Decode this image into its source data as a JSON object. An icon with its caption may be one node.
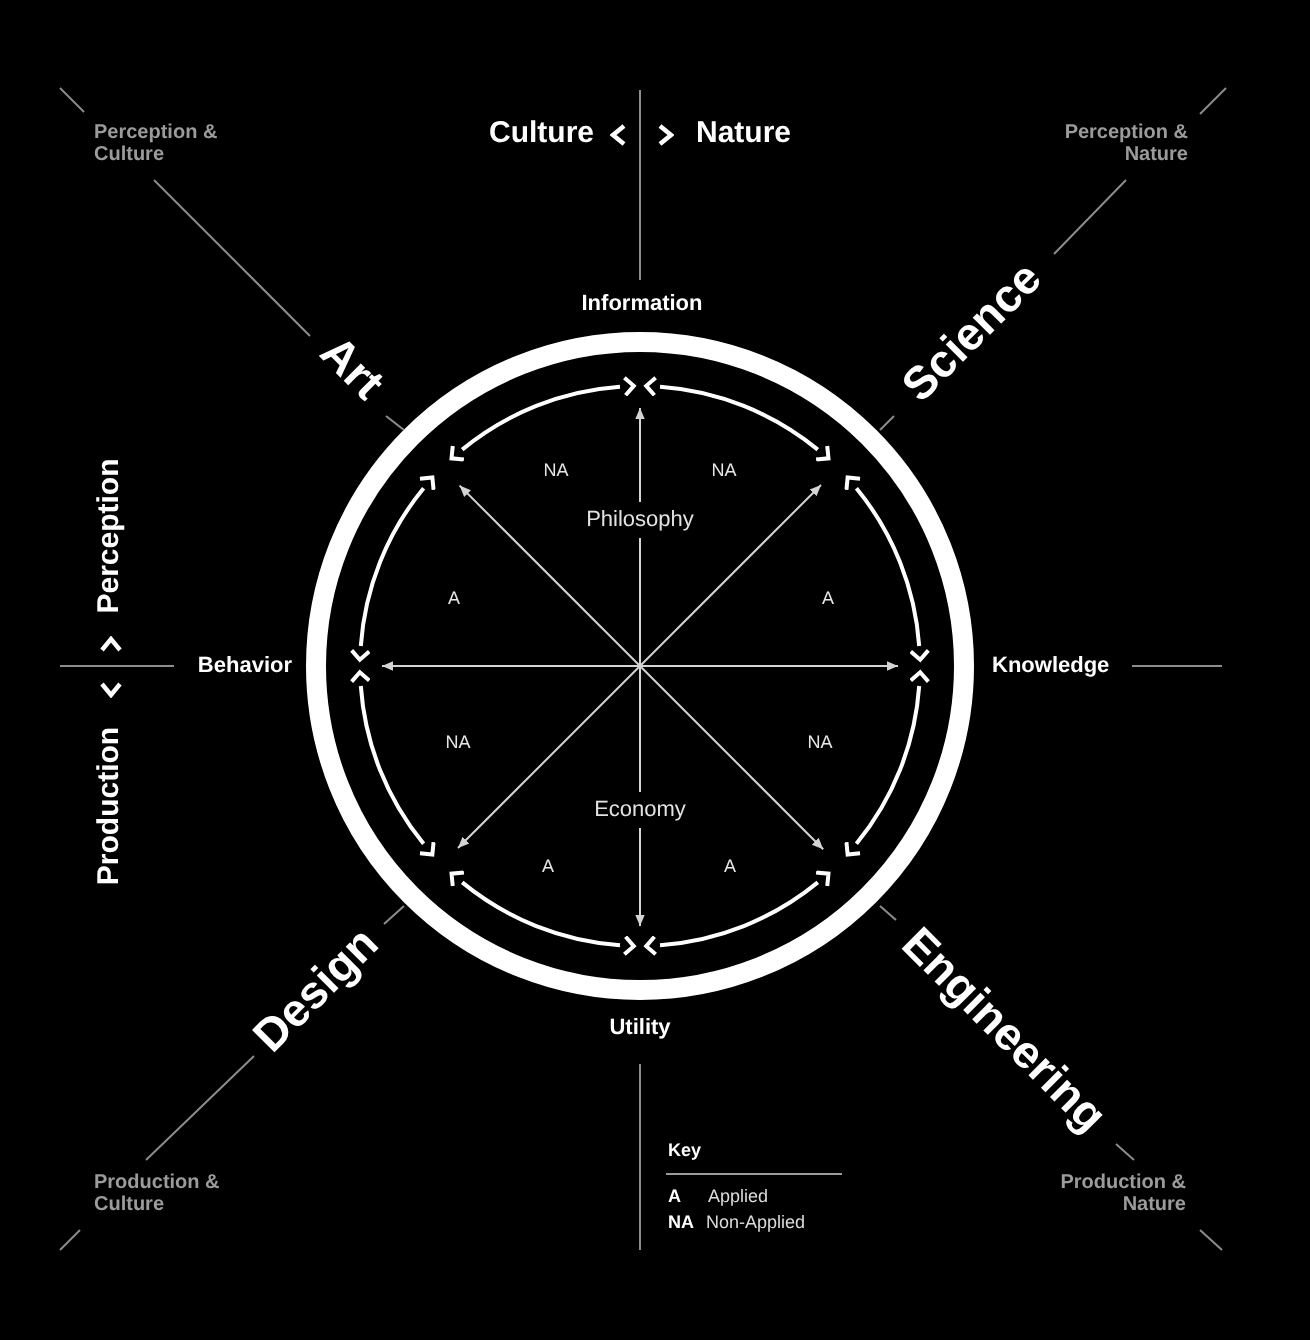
{
  "diagram": {
    "nodes": [
      {
        "text": [
          "Art"
        ]
      },
      {
        "text": [
          "Information"
        ]
      },
      {
        "text": [
          "Science"
        ]
      },
      {
        "text": [
          "Philosophy"
        ]
      },
      {
        "text": [
          "Behavior"
        ]
      },
      {
        "text": [
          "Knowledge"
        ]
      },
      {
        "text": [
          "Economy"
        ]
      },
      {
        "text": [
          "Design"
        ]
      },
      {
        "text": [
          "Utility"
        ]
      },
      {
        "text": [
          "Engineering"
        ]
      }
    ],
    "edges": [
      {
        "from": 0,
        "to": 1,
        "arrow": "both"
      },
      {
        "from": 1,
        "to": 2,
        "arrow": "both"
      },
      {
        "from": 2,
        "to": 5,
        "arrow": "both"
      },
      {
        "from": 5,
        "to": 9,
        "arrow": "both"
      },
      {
        "from": 9,
        "to": 8,
        "arrow": "both"
      },
      {
        "from": 8,
        "to": 7,
        "arrow": "both"
      },
      {
        "from": 7,
        "to": 4,
        "arrow": "both"
      },
      {
        "from": 4,
        "to": 0,
        "arrow": "both"
      },
      {
        "from": 3,
        "to": 1,
        "arrow": "to"
      },
      {
        "from": 3,
        "to": 6,
        "arrow": "none"
      },
      {
        "from": 6,
        "to": 8,
        "arrow": "to"
      },
      {
        "from": 4,
        "to": 5,
        "arrow": "both"
      },
      {
        "from": 0,
        "to": 9,
        "arrow": "both"
      },
      {
        "from": 2,
        "to": 7,
        "arrow": "both"
      }
    ],
    "labels": [
      "Perception & Culture",
      "Culture",
      "Nature",
      "Perception & Nature",
      "NA",
      "NA",
      "Perception",
      "A",
      "A",
      "NA",
      "NA",
      "Production",
      "A",
      "A",
      "Key",
      "A",
      "Applied",
      "NA",
      "Non-Applied",
      "Production & Culture",
      "Production & Nature"
    ]
  }
}
